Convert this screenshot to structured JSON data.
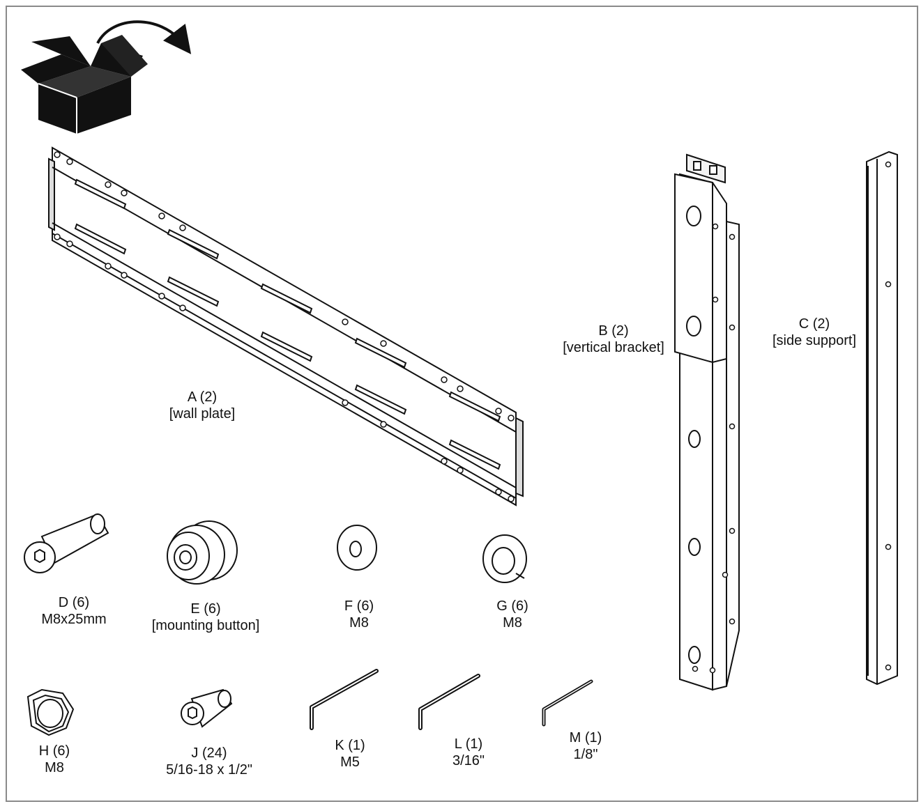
{
  "parts": [
    {
      "id": "A",
      "name": "A (2)",
      "desc": "[wall plate]"
    },
    {
      "id": "B",
      "name": "B (2)",
      "desc": "[vertical bracket]"
    },
    {
      "id": "C",
      "name": "C (2)",
      "desc": "[side support]"
    },
    {
      "id": "D",
      "name": "D (6)",
      "desc": "M8x25mm"
    },
    {
      "id": "E",
      "name": "E (6)",
      "desc": "[mounting button]"
    },
    {
      "id": "F",
      "name": "F (6)",
      "desc": "M8"
    },
    {
      "id": "G",
      "name": "G (6)",
      "desc": "M8"
    },
    {
      "id": "H",
      "name": "H (6)",
      "desc": "M8"
    },
    {
      "id": "J",
      "name": "J (24)",
      "desc": "5/16-18 x 1/2\""
    },
    {
      "id": "K",
      "name": "K (1)",
      "desc": "M5"
    },
    {
      "id": "L",
      "name": "L (1)",
      "desc": "3/16\""
    },
    {
      "id": "M",
      "name": "M (1)",
      "desc": "1/8\""
    }
  ],
  "icons": [
    "open-box-icon",
    "turn-arrow-icon"
  ]
}
